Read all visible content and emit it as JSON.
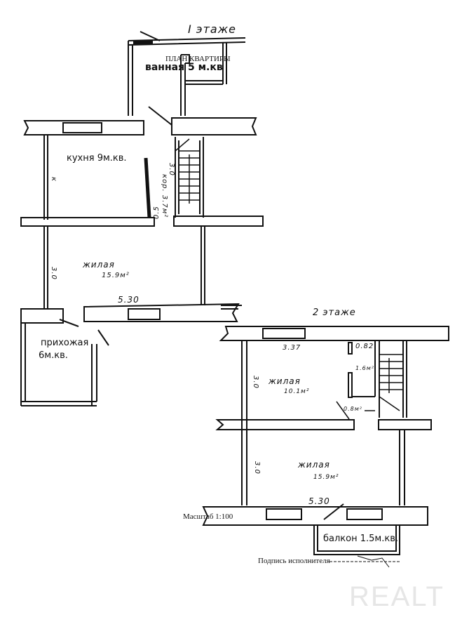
{
  "floor1": {
    "heading": "I этаже",
    "plan_title": "ПЛАН КВАРТИРЫ",
    "bathroom": "ванная 5 м.кв",
    "kitchen": "кухня 9м.кв.",
    "corridor": "кор. 3.7м²",
    "corridor_dim": "3.0",
    "kitchen_dim": "к",
    "small_dim": "0.5",
    "living_label": "жилая",
    "living_area": "15.9м²",
    "living_height": "3.0",
    "living_width": "5.30",
    "hallway": "прихожая",
    "hallway_area": "6м.кв."
  },
  "floor2": {
    "heading": "2 этаже",
    "width_top": "3.37",
    "closet_dim": "0.82",
    "closet_area": "1.6м²",
    "room1_label": "жилая",
    "room1_area": "10.1м²",
    "room1_dim": "3.0",
    "niche_area": "0.8м²",
    "room2_label": "жилая",
    "room2_area": "15.9м²",
    "room2_dim": "3.0",
    "room2_width": "5.30",
    "balcony": "балкон 1.5м.кв."
  },
  "footer": {
    "scale": "Масштаб 1:100",
    "signature_label": "Подпись исполнителя"
  },
  "watermark": "REALT"
}
